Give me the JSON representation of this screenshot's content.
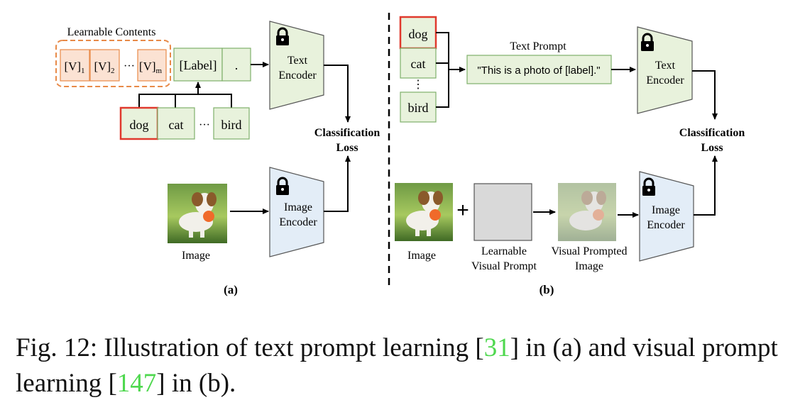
{
  "colors": {
    "green_fill": "#e8f2dc",
    "green_stroke": "#7fb06a",
    "blue_fill": "#e3edf7",
    "orange_fill": "#fbe2d3",
    "orange_stroke": "#e88a48",
    "highlight_red": "#e0392d",
    "gray_prompt": "#d9d9d9",
    "ref_green": "#4fd84f"
  },
  "panel_a": {
    "learnable_title": "Learnable Contents",
    "tokens": [
      {
        "base": "[V]",
        "sub": "1"
      },
      {
        "base": "[V]",
        "sub": "2"
      },
      {
        "base": "[V]",
        "sub": "m"
      }
    ],
    "token_ellipsis": "···",
    "label_token": "[Label]",
    "period_token": ".",
    "classes": [
      "dog",
      "cat",
      "bird"
    ],
    "class_ellipsis": "···",
    "text_encoder": [
      "Text",
      "Encoder"
    ],
    "image_encoder": [
      "Image",
      "Encoder"
    ],
    "loss": [
      "Classification",
      "Loss"
    ],
    "image_label": "Image",
    "panel_label": "(a)"
  },
  "panel_b": {
    "classes": [
      "dog",
      "cat",
      "bird"
    ],
    "class_ellipsis": "⋮",
    "text_prompt_title": "Text Prompt",
    "text_prompt": "\"This is a photo of [label].\"",
    "text_encoder": [
      "Text",
      "Encoder"
    ],
    "image_encoder": [
      "Image",
      "Encoder"
    ],
    "loss": [
      "Classification",
      "Loss"
    ],
    "plus": "+",
    "image_label": "Image",
    "visual_prompt_label": [
      "Learnable",
      "Visual Prompt"
    ],
    "prompted_label": [
      "Visual Prompted",
      "Image"
    ],
    "panel_label": "(b)"
  },
  "caption": {
    "prefix": "Fig. 12: Illustration of text prompt learning [",
    "ref1": "31",
    "middle": "] in (a) and visual prompt learning [",
    "ref2": "147",
    "suffix": "] in (b)."
  }
}
